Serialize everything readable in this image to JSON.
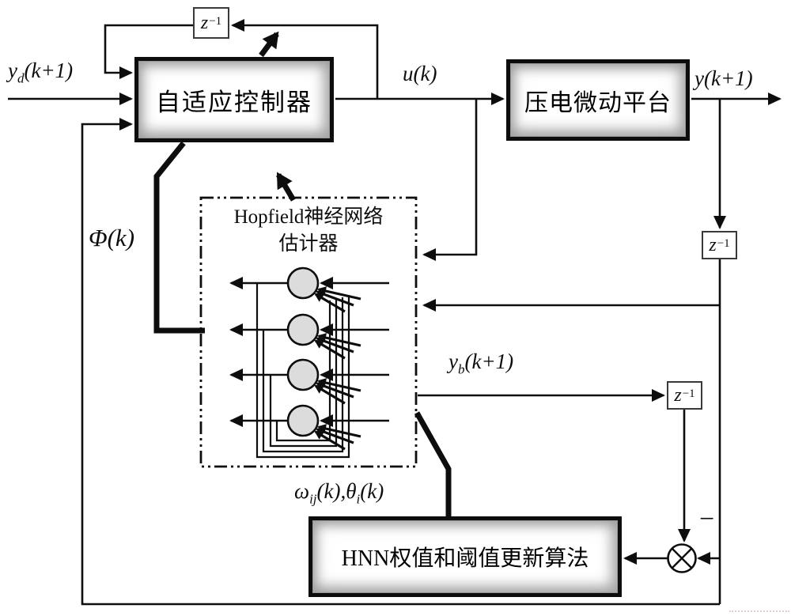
{
  "figure": {
    "kind": "control-system-block-diagram",
    "blocks": {
      "controller": "自适应控制器",
      "plant": "压电微动平台",
      "estimator_title_line1": "Hopfield神经网络",
      "estimator_title_line2": "估计器",
      "hnn_update": "HNN权值和阈值更新算法",
      "delay": {
        "base": "z",
        "exp": "−1"
      }
    },
    "signals": {
      "yd": {
        "var": "y",
        "sub": "d",
        "rest": "(k+1)"
      },
      "u": {
        "var": "u",
        "rest": "(k)"
      },
      "y": {
        "var": "y",
        "rest": "(k+1)"
      },
      "yb": {
        "var": "y",
        "sub": "b",
        "rest": "(k+1)"
      },
      "phi": {
        "var": "Φ",
        "rest": "(k)"
      },
      "omega_theta": {
        "w": "ω",
        "wsub": "ij",
        "wrest": "(k),",
        "t": "θ",
        "tsub": "i",
        "trest": "(k)"
      },
      "minus": "−"
    },
    "neurons": {
      "count": 4,
      "fill": "#dcdcdc"
    },
    "colors": {
      "line": "#0d0d0d",
      "background": "#ffffff"
    }
  }
}
